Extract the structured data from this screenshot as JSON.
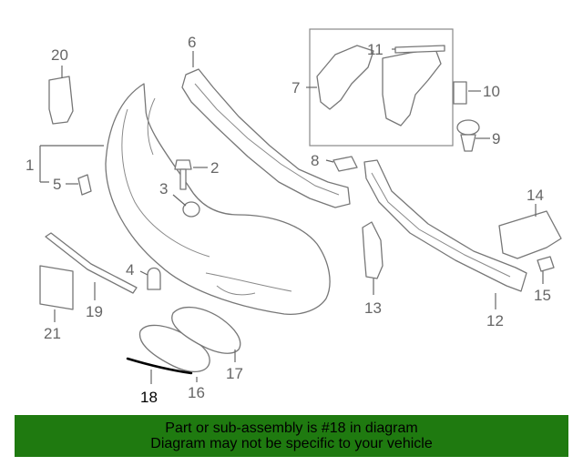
{
  "diagram": {
    "highlight_color": "#000000",
    "part_color": "#777777",
    "callouts": [
      {
        "id": "c1",
        "label": "1"
      },
      {
        "id": "c2",
        "label": "2"
      },
      {
        "id": "c3",
        "label": "3"
      },
      {
        "id": "c4",
        "label": "4"
      },
      {
        "id": "c5",
        "label": "5"
      },
      {
        "id": "c6",
        "label": "6"
      },
      {
        "id": "c7",
        "label": "7"
      },
      {
        "id": "c8",
        "label": "8"
      },
      {
        "id": "c9",
        "label": "9"
      },
      {
        "id": "c10",
        "label": "10"
      },
      {
        "id": "c11",
        "label": "11"
      },
      {
        "id": "c12",
        "label": "12"
      },
      {
        "id": "c13",
        "label": "13"
      },
      {
        "id": "c14",
        "label": "14"
      },
      {
        "id": "c15",
        "label": "15"
      },
      {
        "id": "c16",
        "label": "16"
      },
      {
        "id": "c17",
        "label": "17"
      },
      {
        "id": "c18",
        "label": "18",
        "highlighted": true
      },
      {
        "id": "c19",
        "label": "19"
      },
      {
        "id": "c20",
        "label": "20"
      },
      {
        "id": "c21",
        "label": "21"
      }
    ]
  },
  "banner": {
    "background": "#1f7a10",
    "line1": "Part or sub-assembly is #18 in diagram",
    "line2": "Diagram may not be specific to your vehicle"
  }
}
